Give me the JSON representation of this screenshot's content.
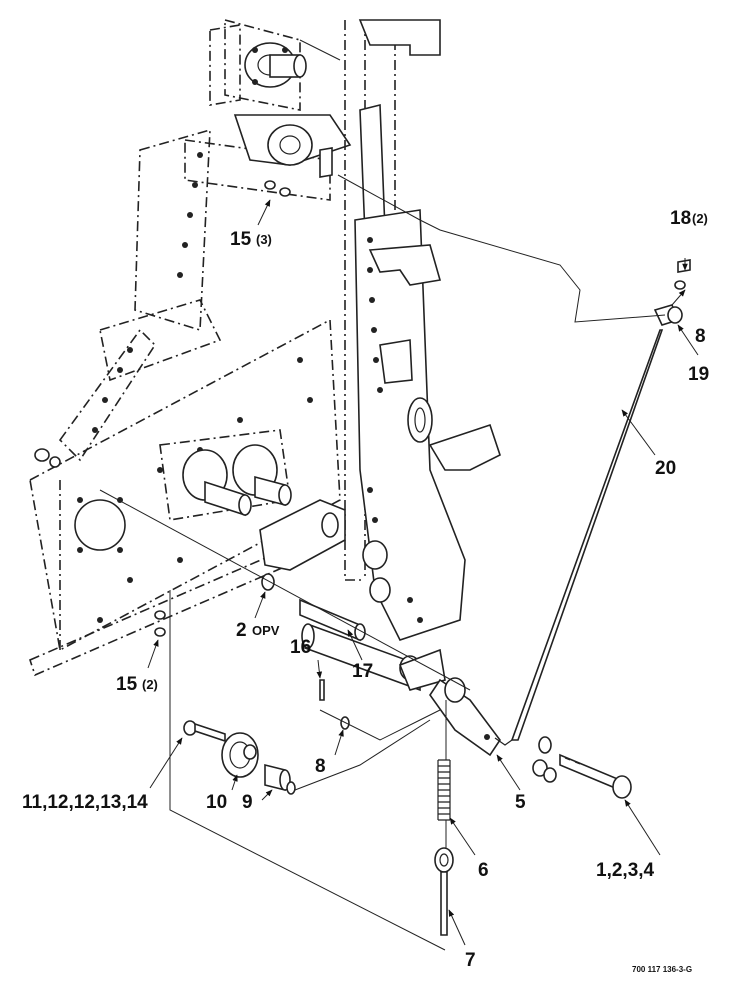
{
  "callouts": {
    "c1": "1,2,3,4",
    "c2": "2",
    "c2sub": "OPV",
    "c5": "5",
    "c6": "6",
    "c7": "7",
    "c8a": "8",
    "c8b": "8",
    "c9": "9",
    "c10": "10",
    "c11": "11,12,12,13,14",
    "c15a": "15",
    "c15a_qty": "(3)",
    "c15b": "15",
    "c15b_qty": "(2)",
    "c16": "16",
    "c17": "17",
    "c18": "18",
    "c18_qty": "(2)",
    "c19": "19",
    "c20": "20"
  },
  "figure_id": "700 117 136-3-G"
}
